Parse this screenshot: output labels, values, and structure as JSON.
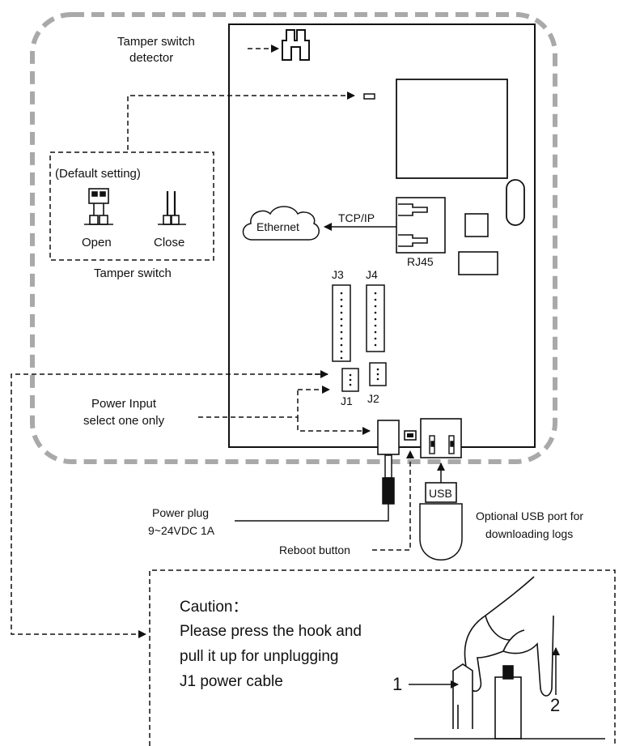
{
  "labels": {
    "tamper_detector": [
      "Tamper switch",
      "detector"
    ],
    "default_setting": "(Default setting)",
    "open": "Open",
    "close": "Close",
    "tamper_switch": "Tamper switch",
    "ethernet": "Ethernet",
    "tcpip": "TCP/IP",
    "rj45": "RJ45",
    "j3": "J3",
    "j4": "J4",
    "j1": "J1",
    "j2": "J2",
    "power_input": [
      "Power Input",
      "select one only"
    ],
    "usb": "USB",
    "power_plug": [
      "Power plug",
      "9~24VDC 1A"
    ],
    "usb_port": [
      "Optional USB port for",
      "downloading logs"
    ],
    "reboot": "Reboot button",
    "caution_lines": [
      "Caution：",
      "Please press the hook and",
      "pull it up for unplugging",
      "J1 power cable"
    ],
    "step1": "1",
    "step2": "2"
  }
}
